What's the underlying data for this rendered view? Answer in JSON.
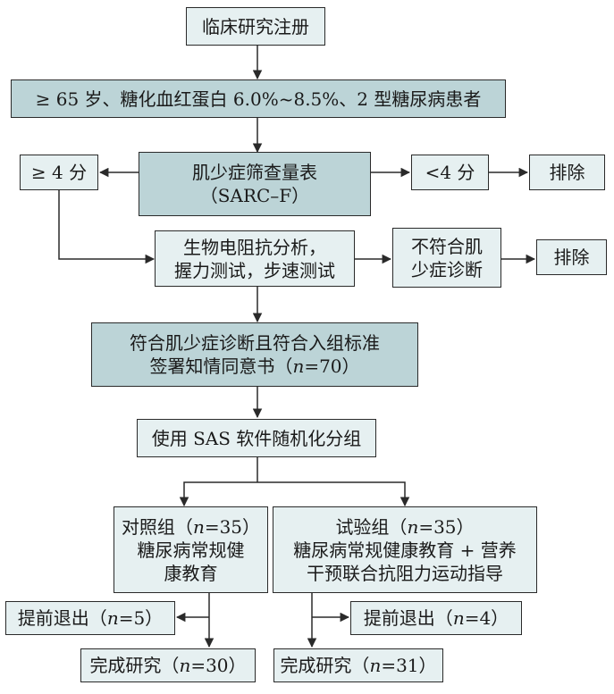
{
  "nodes": {
    "registration": "临床研究注册",
    "inclusion": "≥ 65 岁、糖化血红蛋白 6.0%~8.5%、2 型糖尿病患者",
    "sarcf": {
      "line1": "肌少症筛查量表",
      "line2": "（SARC–F）"
    },
    "score_high": "≥ 4 分",
    "score_low": "<4 分",
    "exclude_1": "排除",
    "assessment": {
      "line1": "生物电阻抗分析，",
      "line2": "握力测试，步速测试"
    },
    "not_meet": {
      "line1": "不符合肌",
      "line2": "少症诊断"
    },
    "exclude_2": "排除",
    "enrolled": {
      "line1": "符合肌少症诊断且符合入组标准",
      "line2_pre": "签署知情同意书（",
      "n": "n",
      "line2_post": "=70）"
    },
    "randomize": "使用 SAS 软件随机化分组",
    "control": {
      "line1_pre": "对照组（",
      "n": "n",
      "line1_post": "=35）",
      "line2": "糖尿病常规健",
      "line3": "康教育"
    },
    "trial": {
      "line1_pre": "试验组（",
      "n": "n",
      "line1_post": "=35）",
      "line2": "糖尿病常规健康教育 + 营养",
      "line3": "干预联合抗阻力运动指导"
    },
    "control_dropout": {
      "pre": "提前退出（",
      "n": "n",
      "post": "=5）"
    },
    "trial_dropout": {
      "pre": "提前退出（",
      "n": "n",
      "post": "=4）"
    },
    "control_complete": {
      "pre": "完成研究（",
      "n": "n",
      "post": "=30）"
    },
    "trial_complete": {
      "pre": "完成研究（",
      "n": "n",
      "post": "=31）"
    }
  },
  "colors": {
    "box_light": "#e6f0f1",
    "box_dark": "#bcd4d7",
    "line": "#2a2a2a"
  }
}
